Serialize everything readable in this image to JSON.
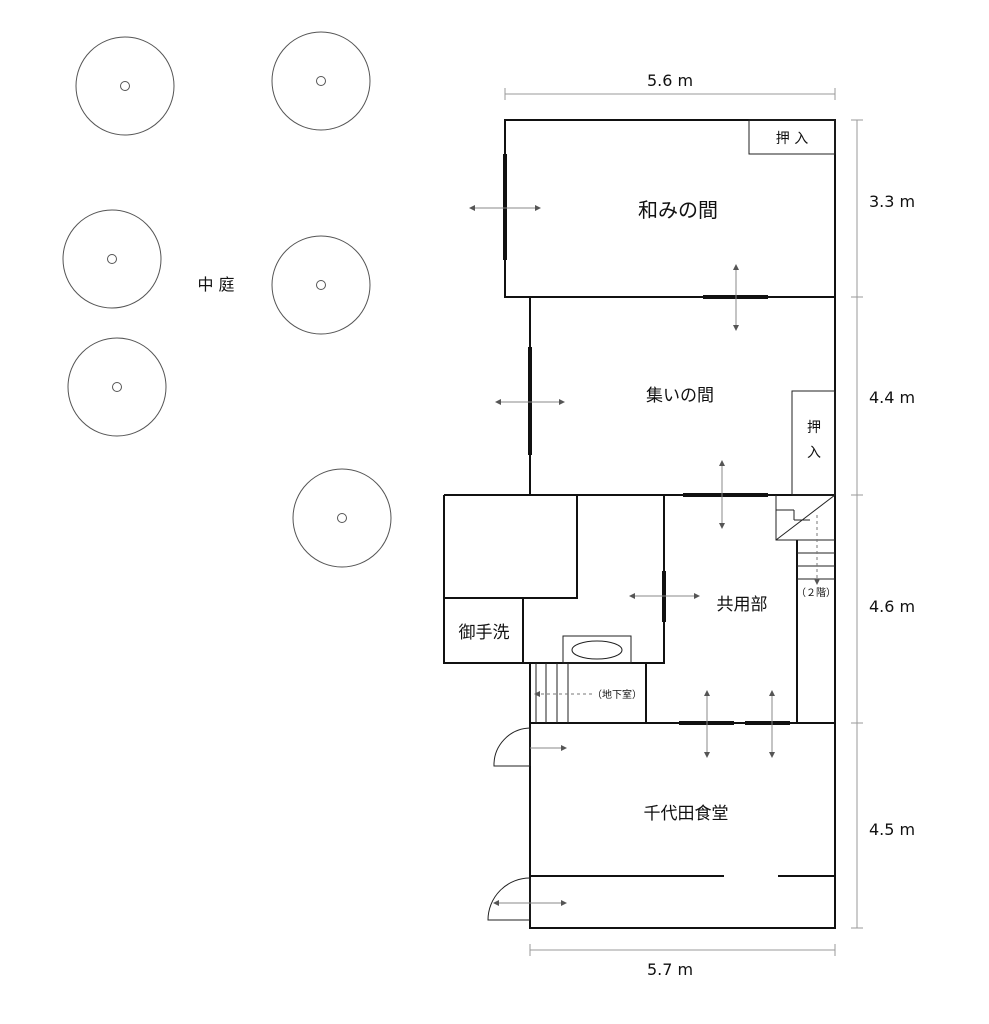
{
  "rooms": {
    "wami": "和みの間",
    "tsudoi": "集いの間",
    "kyoyo": "共用部",
    "toilet": "御手洗",
    "shokudo": "千代田食堂",
    "courtyard": "中 庭"
  },
  "closets": {
    "top": "押 入",
    "mid_line1": "押",
    "mid_line2": "入"
  },
  "stairs": {
    "up": "（２階）",
    "down": "（地下室）"
  },
  "dimensions": {
    "top_width": "5.6 m",
    "bottom_width": "5.7 m",
    "h1": "3.3 m",
    "h2": "4.4 m",
    "h3": "4.6 m",
    "h4": "4.5 m"
  }
}
